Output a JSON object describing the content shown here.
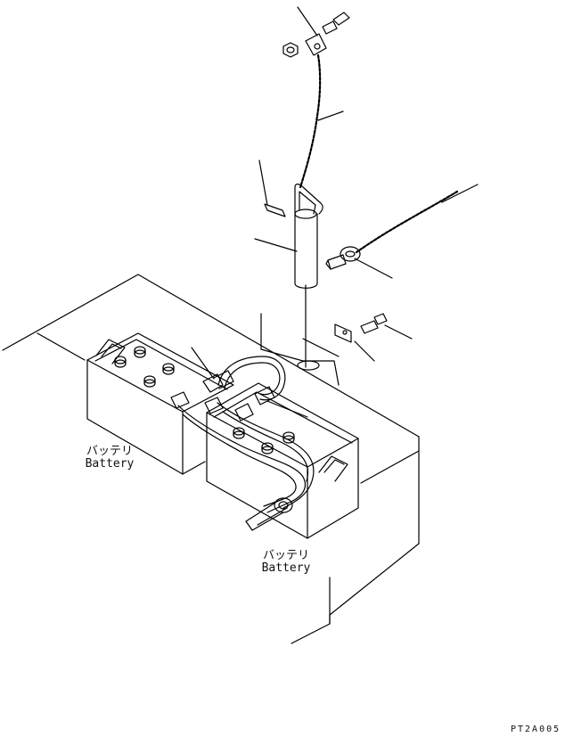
{
  "labels": {
    "battery_left_jp": "バッテリ",
    "battery_left_en": "Battery",
    "battery_right_jp": "バッテリ",
    "battery_right_en": "Battery"
  },
  "drawing_code": "PT2A005"
}
